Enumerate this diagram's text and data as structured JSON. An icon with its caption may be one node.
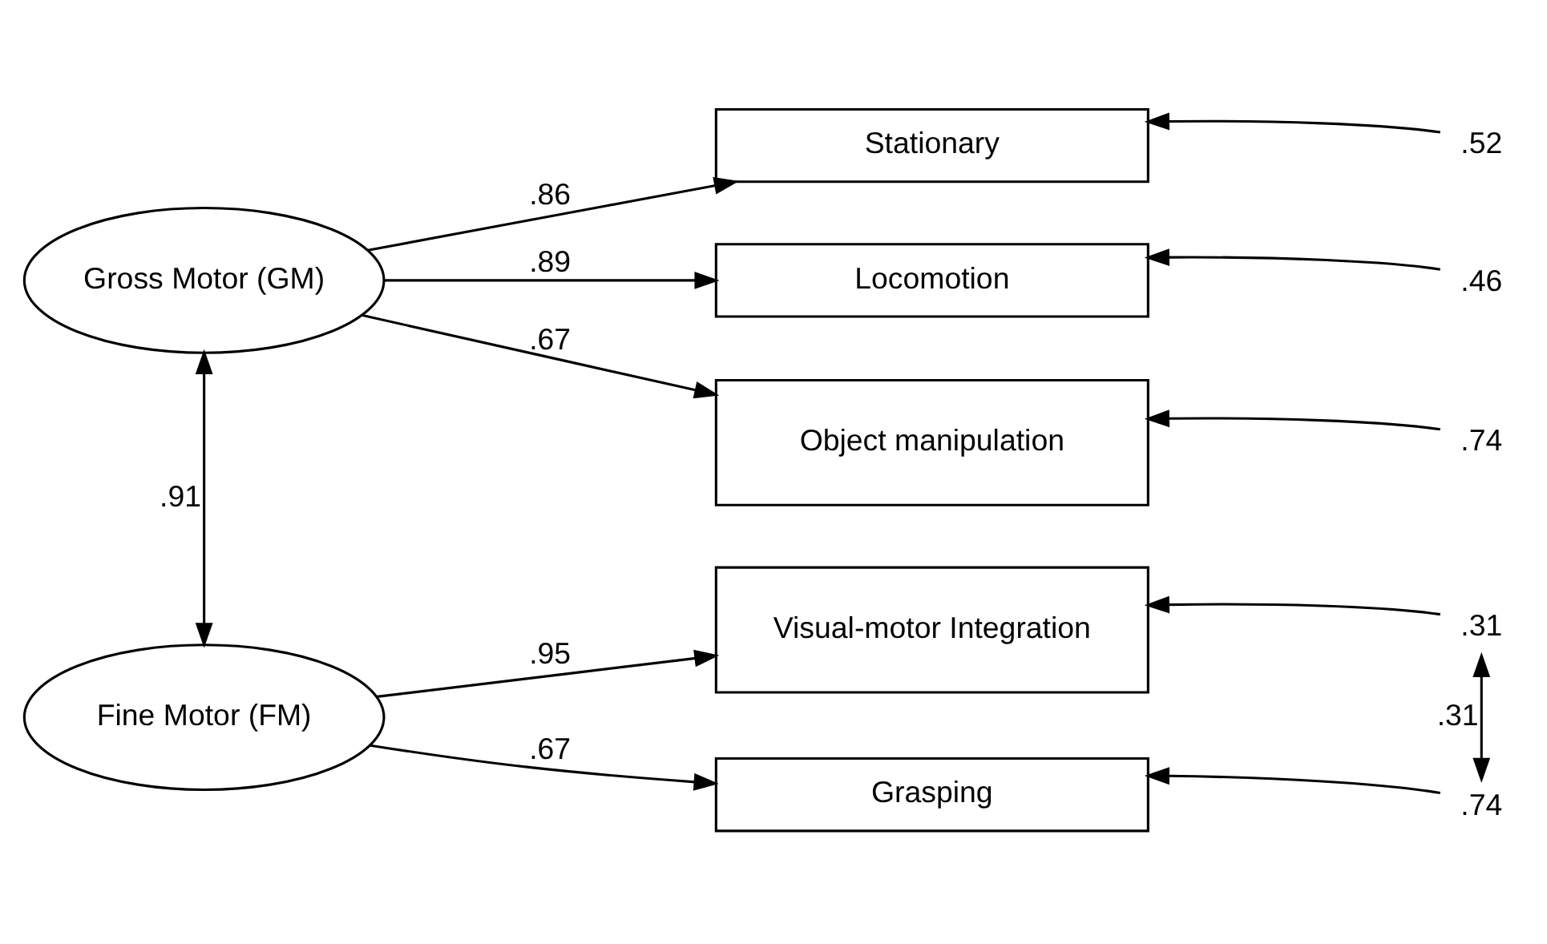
{
  "diagram": {
    "nodes": [
      {
        "text": [
          "Gross Motor (GM)"
        ]
      },
      {
        "text": [
          "Stationary"
        ]
      },
      {
        "text": [
          "Locomotion"
        ]
      },
      {
        "text": [
          "Object manipulation"
        ]
      },
      {
        "text": [
          "Fine Motor (FM)"
        ]
      },
      {
        "text": [
          "Visual-motor Integration"
        ]
      },
      {
        "text": [
          "Grasping"
        ]
      },
      {
        "text": [
          ".52"
        ]
      },
      {
        "text": [
          ".46"
        ]
      },
      {
        "text": [
          ".74"
        ]
      },
      {
        "text": [
          ".31"
        ]
      },
      {
        "text": [
          ".74"
        ]
      }
    ],
    "edges": [
      {
        "from": 0,
        "to": 1,
        "arrow": "to",
        "label": ".86"
      },
      {
        "from": 0,
        "to": 2,
        "arrow": "to",
        "label": ".89"
      },
      {
        "from": 0,
        "to": 3,
        "arrow": "to",
        "label": ".67"
      },
      {
        "from": 0,
        "to": 4,
        "arrow": "both",
        "label": ".91"
      },
      {
        "from": 4,
        "to": 5,
        "arrow": "to",
        "label": ".95"
      },
      {
        "from": 4,
        "to": 6,
        "arrow": "to",
        "label": ".67"
      },
      {
        "from": 7,
        "to": 1,
        "arrow": "to"
      },
      {
        "from": 8,
        "to": 2,
        "arrow": "to"
      },
      {
        "from": 9,
        "to": 3,
        "arrow": "to"
      },
      {
        "from": 10,
        "to": 5,
        "arrow": "to"
      },
      {
        "from": 11,
        "to": 6,
        "arrow": "to"
      },
      {
        "from": 10,
        "to": 11,
        "arrow": "both",
        "label": ".31"
      }
    ]
  }
}
